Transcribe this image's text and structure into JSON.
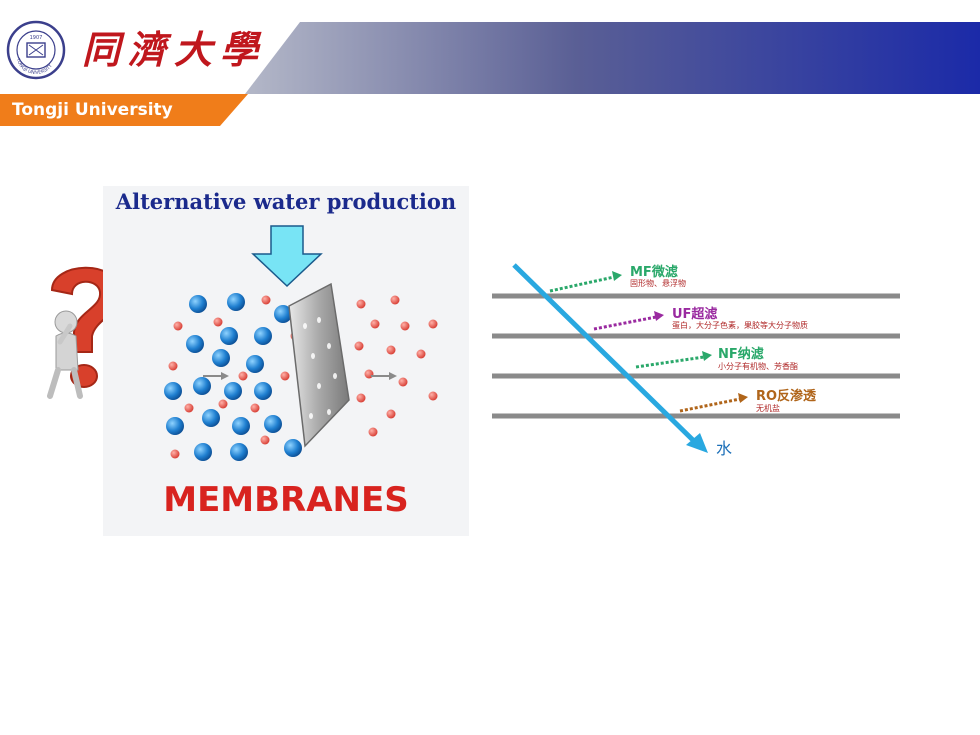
{
  "header": {
    "university_name_cn": "同濟大學",
    "university_name_en": "Tongji University",
    "seal_year": "1907",
    "seal_text": "TONGJI UNIVERSITY",
    "colors": {
      "band_start": "#9aa0b8",
      "band_end": "#1b2aa8",
      "tab": "#f07d1a",
      "name_red": "#c0171d"
    }
  },
  "left_figure": {
    "title": "Alternative water production",
    "label": "MEMBRANES"
  },
  "filtration": {
    "items": [
      {
        "name": "MF微滤",
        "desc": "固形物、悬浮物",
        "color": "#2aa86a"
      },
      {
        "name": "UF超滤",
        "desc": "蛋白，大分子色素，果胶等大分子物质",
        "color": "#9a2aa0"
      },
      {
        "name": "NF纳滤",
        "desc": "小分子有机物、芳香酯",
        "color": "#2aa86a"
      },
      {
        "name": "RO反渗透",
        "desc": "无机盐",
        "color": "#b0651a"
      }
    ],
    "water_label": "水",
    "line_color": "#29a8e0"
  }
}
